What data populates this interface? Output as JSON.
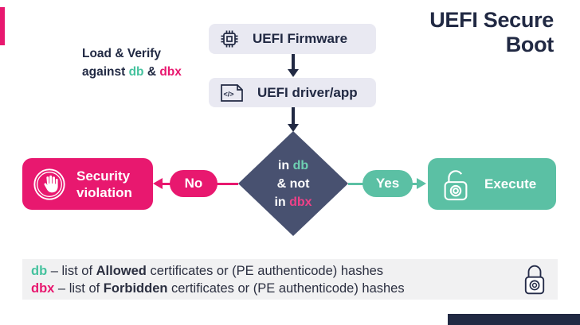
{
  "title": {
    "line1": "UEFI Secure",
    "line2": "Boot"
  },
  "annotation": {
    "line1": "Load & Verify",
    "line2": {
      "t1": "against ",
      "db": "db",
      "t2": " & ",
      "dbx": "dbx"
    }
  },
  "flow": {
    "firmware": {
      "label": "UEFI Firmware"
    },
    "driver": {
      "label": "UEFI driver/app"
    },
    "decision": {
      "l1a": "in ",
      "l1b": "db",
      "l2": "& not",
      "l3a": "in ",
      "l3b": "dbx"
    },
    "no": {
      "label": "No"
    },
    "yes": {
      "label": "Yes"
    },
    "violation": {
      "line1": "Security",
      "line2": "violation"
    },
    "execute": {
      "label": "Execute"
    }
  },
  "legend": {
    "row1": {
      "key": "db",
      "mid": " – list of ",
      "bold": "Allowed",
      "rest": " certificates or (PE authenticode) hashes"
    },
    "row2": {
      "key": "dbx",
      "mid": " – list of ",
      "bold": "Forbidden",
      "rest": " certificates or (PE authenticode) hashes"
    }
  },
  "icons": {
    "code_glyph": "</>",
    "cpu_chip": "cpu-chip-icon",
    "code_file": "code-file-icon",
    "stop_hand": "stop-hand-icon",
    "open_padlock": "open-padlock-icon",
    "closed_padlock": "closed-padlock-icon"
  },
  "colors": {
    "pink": "#E8186F",
    "pink_light": "#EE4188",
    "teal": "#5BC0A4",
    "teal_text": "#45C29E",
    "teal_light": "#6ED0B2",
    "navy": "#212943",
    "diamond": "#485170",
    "box_bg": "#E9E9F2",
    "legend_bg": "#F1F1F2",
    "text_dark": "#2B2F40"
  }
}
